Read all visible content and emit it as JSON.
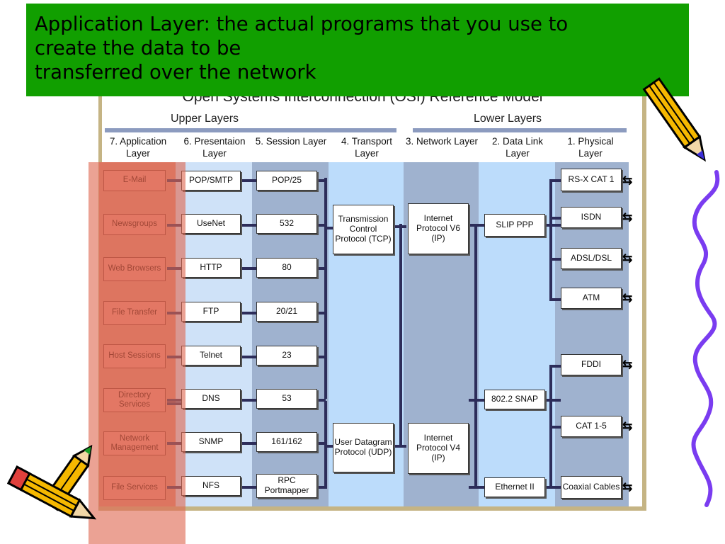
{
  "slide": {
    "title_lines": [
      "Application Layer: the actual programs that you use to",
      "create the data to be",
      "transferred over the network"
    ],
    "banner_color": "#119f00"
  },
  "diagram": {
    "title": "Open Systems Interconnection (OSI) Reference Model",
    "upper_layers": "Upper Layers",
    "lower_layers": "Lower Layers",
    "columns": [
      {
        "label": "7. Application Layer"
      },
      {
        "label": "6. Presentaion Layer"
      },
      {
        "label": "5. Session Layer"
      },
      {
        "label": "4. Transport Layer"
      },
      {
        "label": "3. Network Layer"
      },
      {
        "label": "2. Data Link Layer"
      },
      {
        "label": "1. Physical Layer"
      }
    ],
    "application": [
      "E-Mail",
      "Newsgroups",
      "Web Browsers",
      "File Transfer",
      "Host Sessions",
      "Directory Services",
      "Network Management",
      "File Services"
    ],
    "presentation": [
      "POP/SMTP",
      "UseNet",
      "HTTP",
      "FTP",
      "Telnet",
      "DNS",
      "SNMP",
      "NFS"
    ],
    "session": [
      "POP/25",
      "532",
      "80",
      "20/21",
      "23",
      "53",
      "161/162",
      "RPC Portmapper"
    ],
    "transport": [
      "Transmission Control Protocol (TCP)",
      "User Datagram Protocol (UDP)"
    ],
    "network": [
      "Internet Protocol V6 (IP)",
      "Internet Protocol V4 (IP)"
    ],
    "datalink": [
      "SLIP PPP",
      "802.2 SNAP",
      "Ethernet II"
    ],
    "physical": [
      "RS-X CAT 1",
      "ISDN",
      "ADSL/DSL",
      "ATM",
      "FDDI",
      "CAT 1-5",
      "Coaxial Cables"
    ],
    "colors": {
      "application": "#d98a78",
      "presentation": "#cfe2f8",
      "session": "#9fb2cf",
      "transport": "#bcdcfb",
      "network": "#9fb2cf",
      "datalink": "#bcdcfb",
      "physical": "#9fb2cf",
      "connector": "#2d2d5a",
      "frame": "#c5b484"
    }
  },
  "decorations": [
    "pencil-icon",
    "pencil-icon",
    "pencil-icon",
    "squiggle-line"
  ]
}
